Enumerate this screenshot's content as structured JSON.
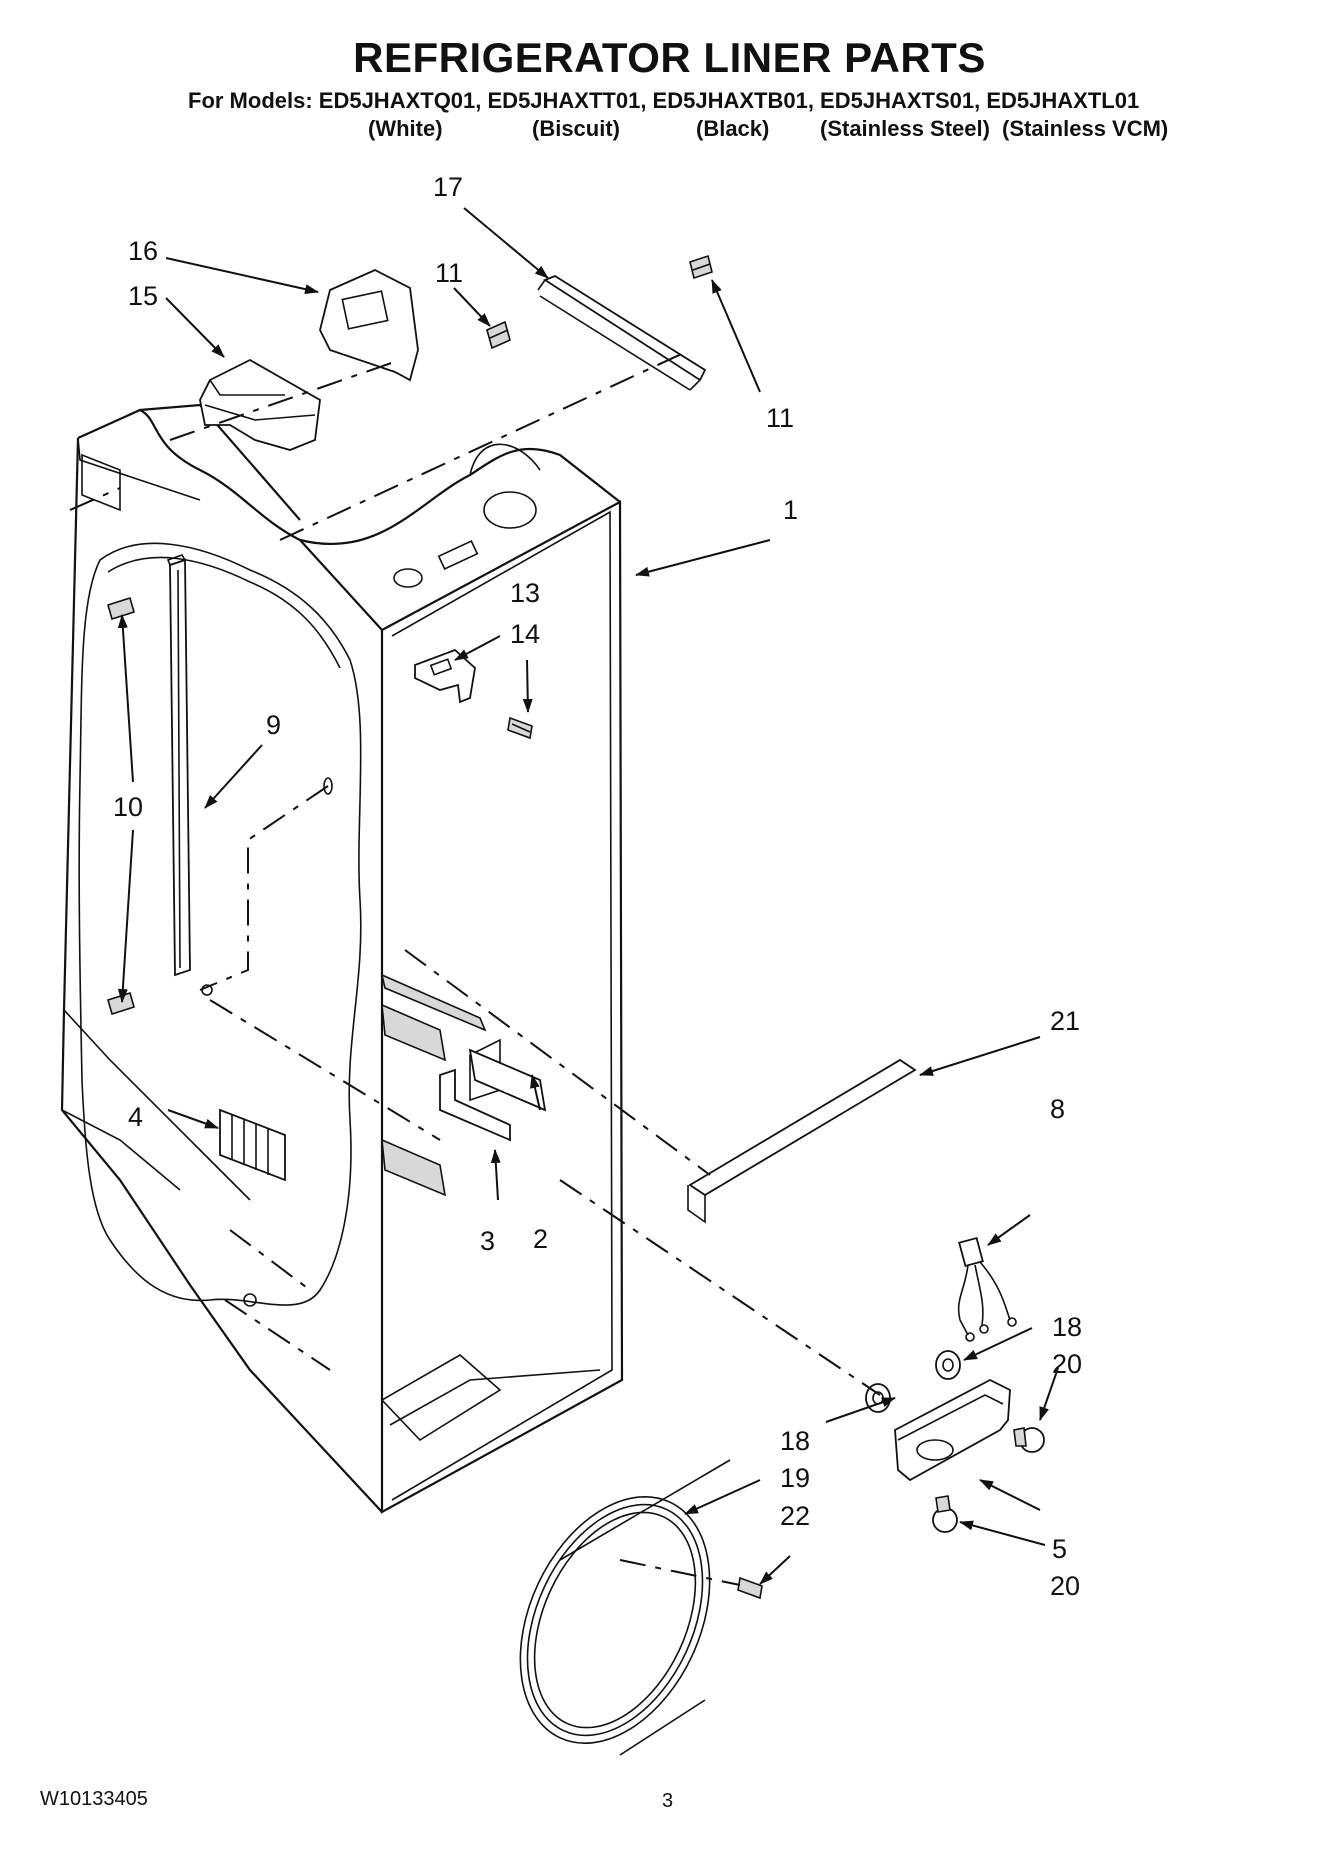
{
  "header": {
    "title": "REFRIGERATOR LINER PARTS",
    "models_line": "For Models: ED5JHAXTQ01, ED5JHAXTT01, ED5JHAXTB01, ED5JHAXTS01, ED5JHAXTL01",
    "colors": [
      "(White)",
      "(Biscuit)",
      "(Black)",
      "(Stainless Steel)",
      "(Stainless VCM)"
    ]
  },
  "callouts": [
    "1",
    "2",
    "3",
    "4",
    "5",
    "8",
    "9",
    "10",
    "11",
    "11",
    "13",
    "14",
    "15",
    "16",
    "17",
    "18",
    "18",
    "19",
    "20",
    "20",
    "21",
    "22"
  ],
  "footer": {
    "doc_number": "W10133405",
    "page_number": "3"
  }
}
